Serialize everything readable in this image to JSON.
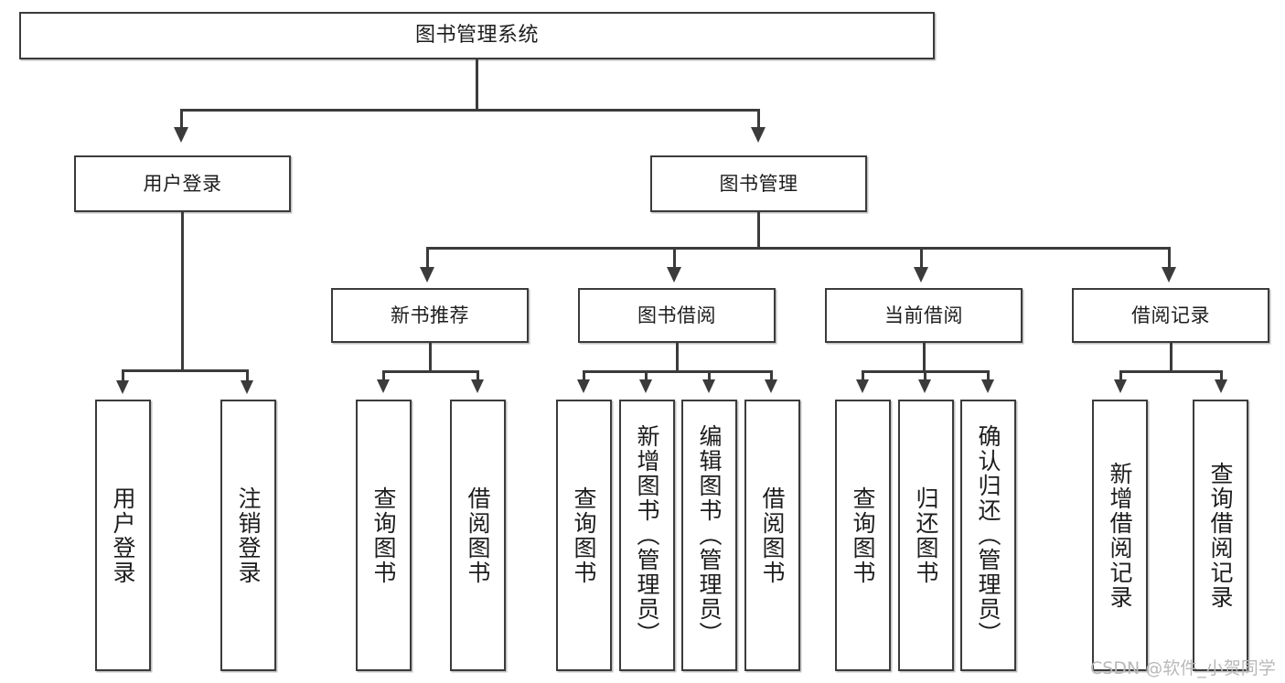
{
  "diagram": {
    "type": "tree",
    "title": "图书管理系统",
    "root": {
      "label": "图书管理系统"
    },
    "level1": [
      {
        "label": "用户登录"
      },
      {
        "label": "图书管理"
      }
    ],
    "level2": [
      {
        "label": "新书推荐"
      },
      {
        "label": "图书借阅"
      },
      {
        "label": "当前借阅"
      },
      {
        "label": "借阅记录"
      }
    ],
    "leaves": {
      "user_login": [
        {
          "label": "用户登录"
        },
        {
          "label": "注销登录"
        }
      ],
      "new_book_recommend": [
        {
          "label": "查询图书"
        },
        {
          "label": "借阅图书"
        }
      ],
      "book_borrow": [
        {
          "label": "查询图书"
        },
        {
          "label": "新增图书（管理员）"
        },
        {
          "label": "编辑图书（管理员）"
        },
        {
          "label": "借阅图书"
        }
      ],
      "current_borrow": [
        {
          "label": "查询图书"
        },
        {
          "label": "归还图书"
        },
        {
          "label": "确认归还（管理员）"
        }
      ],
      "borrow_record": [
        {
          "label": "新增借阅记录"
        },
        {
          "label": "查询借阅记录"
        }
      ]
    }
  },
  "watermark": {
    "text": "CSDN @软件_小贺同学"
  },
  "colors": {
    "background": "#ffffff",
    "box_border": "#3b3b3b",
    "box_fill": "#ffffff",
    "text": "#1d1d1d",
    "connector": "#3b3b3b",
    "watermark": "#b9b9b9"
  }
}
